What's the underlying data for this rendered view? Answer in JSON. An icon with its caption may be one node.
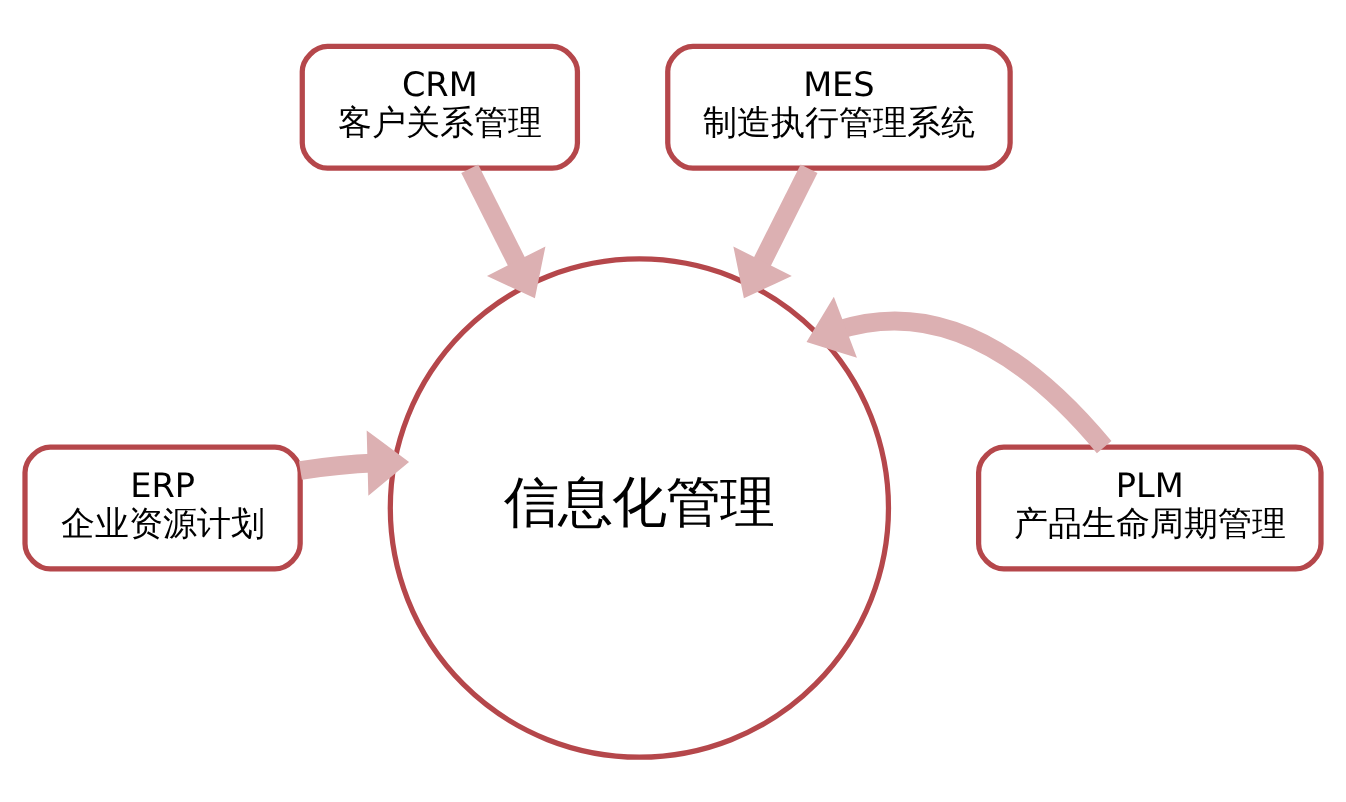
{
  "diagram": {
    "nodes": [
      {
        "text": [
          "CRM",
          "客户关系管理"
        ]
      },
      {
        "text": [
          "MES",
          "制造执行管理系统"
        ]
      },
      {
        "text": [
          "ERP",
          "企业资源计划"
        ]
      },
      {
        "text": [
          "PLM",
          "产品生命周期管理"
        ]
      },
      {
        "text": [
          "信息化管理"
        ]
      }
    ],
    "edges": [
      {
        "from": 0,
        "to": 4,
        "arrow": "to"
      },
      {
        "from": 1,
        "to": 4,
        "arrow": "to"
      },
      {
        "from": 2,
        "to": 4,
        "arrow": "to"
      },
      {
        "from": 3,
        "to": 4,
        "arrow": "to"
      }
    ]
  }
}
